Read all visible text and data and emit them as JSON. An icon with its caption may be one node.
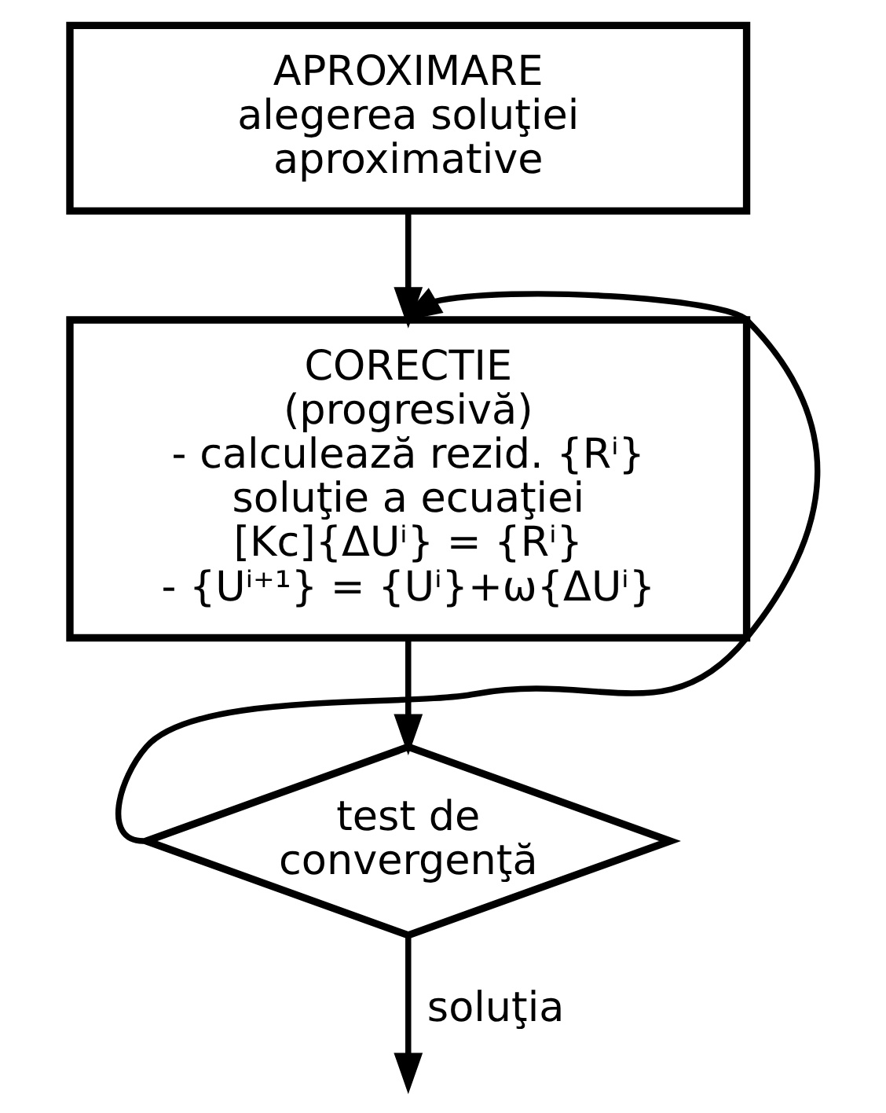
{
  "diagram": {
    "nodes": [
      {
        "text": [
          "APROXIMARE",
          "alegerea soluţiei aproximative"
        ]
      },
      {
        "text": [
          "CORECTIE",
          "(progresivă)",
          "- calculează rezid. {Rⁱ} soluţie a ecuaţiei [Kc]{ΔUⁱ} = {Rⁱ}",
          "- {Uⁱ⁺¹} = {Uⁱ}+ω{ΔUⁱ}"
        ]
      },
      {
        "text": [
          "test de convergenţă"
        ]
      }
    ],
    "edges": [
      {
        "from": 0,
        "to": 1,
        "arrow": "to"
      },
      {
        "from": 1,
        "to": 2,
        "arrow": "to"
      },
      {
        "from": 2,
        "to": 1,
        "arrow": "to"
      },
      {
        "from": 2,
        "to": null,
        "arrow": "to",
        "label": "soluţia"
      }
    ]
  }
}
